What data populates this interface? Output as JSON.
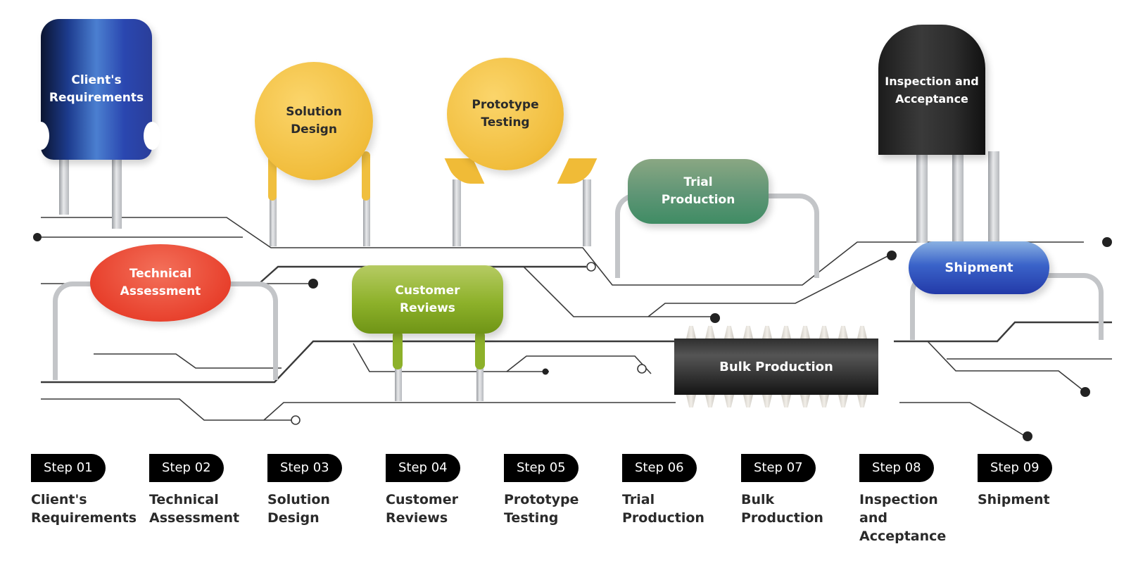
{
  "diagram": {
    "type": "process-flow",
    "theme": "electronic-components-circuit-board"
  },
  "components": [
    {
      "id": "c1",
      "label_lines": [
        "Client's",
        "Requirements"
      ],
      "shape": "inductor",
      "color": "#2a47b0"
    },
    {
      "id": "c2",
      "label_lines": [
        "Technical",
        "Assessment"
      ],
      "shape": "oval-resistor",
      "color": "#e8412d"
    },
    {
      "id": "c3",
      "label_lines": [
        "Solution",
        "Design"
      ],
      "shape": "disc-capacitor",
      "color": "#f1bd3c"
    },
    {
      "id": "c4",
      "label_lines": [
        "Customer",
        "Reviews"
      ],
      "shape": "box-capacitor",
      "color": "#8db12a"
    },
    {
      "id": "c5",
      "label_lines": [
        "Prototype",
        "Testing"
      ],
      "shape": "disc-capacitor",
      "color": "#f1bd3c"
    },
    {
      "id": "c6",
      "label_lines": [
        "Trial",
        "Production"
      ],
      "shape": "resistor",
      "color": "#5e9575"
    },
    {
      "id": "c7",
      "label_lines": [
        "Bulk Production"
      ],
      "shape": "ic-chip",
      "color": "#3a3a3a"
    },
    {
      "id": "c8",
      "label_lines": [
        "Inspection and",
        "Acceptance"
      ],
      "shape": "transistor",
      "color": "#2d2d2d"
    },
    {
      "id": "c9",
      "label_lines": [
        "Shipment"
      ],
      "shape": "resistor",
      "color": "#3a63c9"
    }
  ],
  "steps": [
    {
      "badge": "Step 01",
      "name": "Client's\nRequirements"
    },
    {
      "badge": "Step 02",
      "name": "Technical\nAssessment"
    },
    {
      "badge": "Step 03",
      "name": "Solution\nDesign"
    },
    {
      "badge": "Step 04",
      "name": "Customer\nReviews"
    },
    {
      "badge": "Step 05",
      "name": "Prototype\nTesting"
    },
    {
      "badge": "Step 06",
      "name": "Trial\nProduction"
    },
    {
      "badge": "Step 07",
      "name": "Bulk\nProduction"
    },
    {
      "badge": "Step 08",
      "name": "Inspection\nand\nAcceptance"
    },
    {
      "badge": "Step 09",
      "name": "Shipment"
    }
  ],
  "colors": {
    "trace": "#3a3a3a",
    "badge_bg": "#000000",
    "badge_text": "#ffffff",
    "step_text": "#2a2a2a"
  }
}
